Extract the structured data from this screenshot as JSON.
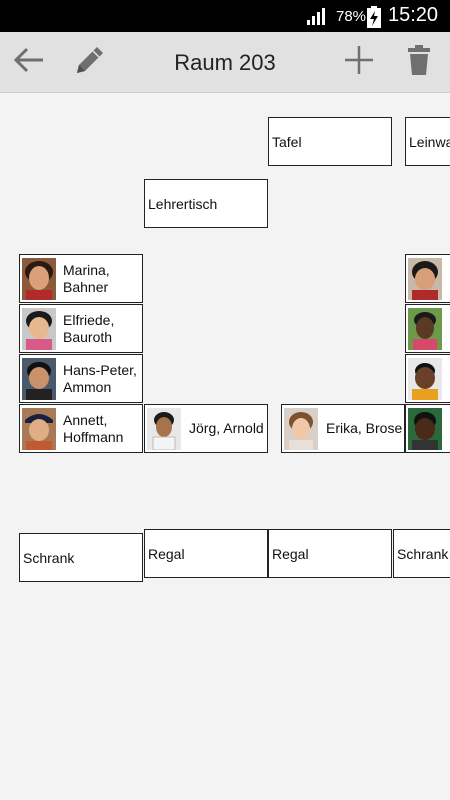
{
  "status_bar": {
    "battery_percent": "78%",
    "time": "15:20",
    "icons": [
      "signal-icon",
      "battery-charging-icon"
    ]
  },
  "action_bar": {
    "title": "Raum 203",
    "icons": [
      "back-arrow-icon",
      "pencil-icon",
      "plus-icon",
      "trash-icon"
    ]
  },
  "furniture": [
    {
      "id": "tafel",
      "label": "Tafel"
    },
    {
      "id": "leinwand",
      "label": "Leinwa"
    },
    {
      "id": "lehrertisch",
      "label": "Lehrertisch"
    },
    {
      "id": "schrank-1",
      "label": "Schrank"
    },
    {
      "id": "regal-1",
      "label": "Regal"
    },
    {
      "id": "regal-2",
      "label": "Regal"
    },
    {
      "id": "schrank-2",
      "label": "Schrank"
    }
  ],
  "students": [
    {
      "line1": "Marina,",
      "line2": "Bahner"
    },
    {
      "line1": "Elfriede,",
      "line2": "Bauroth"
    },
    {
      "line1": "Hans-Peter,",
      "line2": "Ammon"
    },
    {
      "line1": "Annett,",
      "line2": "Hoffmann"
    },
    {
      "line1": "Jörg, Arnold"
    },
    {
      "line1": "Erika, Brose"
    }
  ],
  "colors": {
    "status_bar": "#000000",
    "action_bar": "#e1e1e1",
    "background": "#f3f3f3",
    "border": "#222222"
  }
}
